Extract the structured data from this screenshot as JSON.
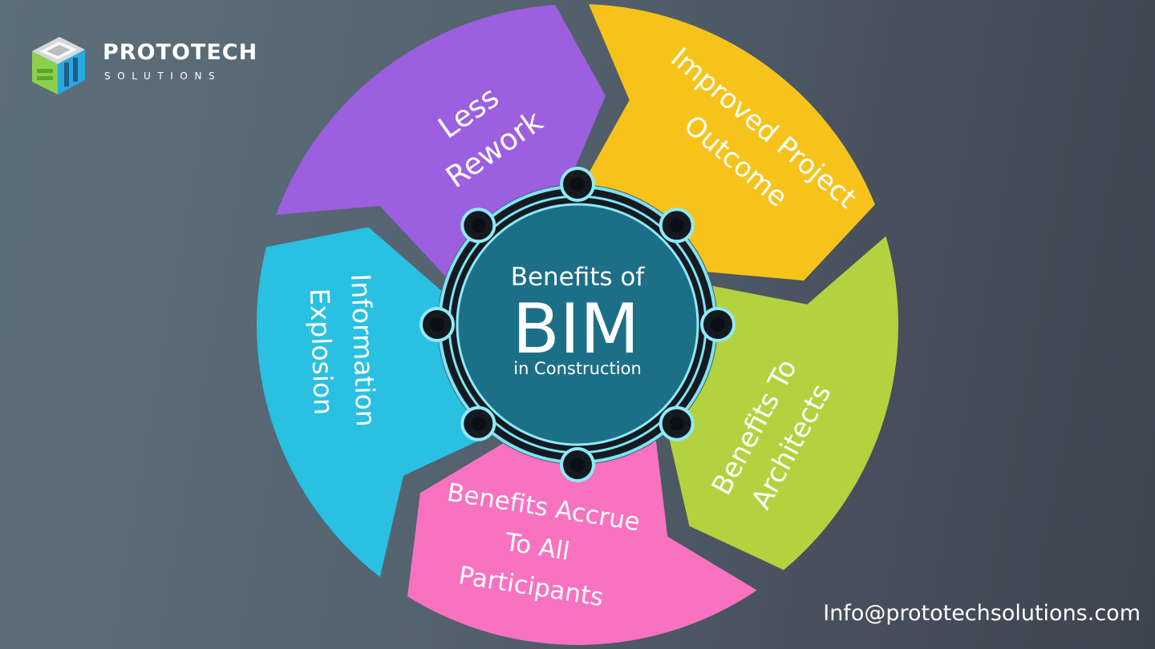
{
  "brand": {
    "name_part1": "PROTO",
    "name_part2": "TECH",
    "subtitle": "SOLUTIONS",
    "colors": {
      "primary": "#ffffff",
      "accent": "#8ccf4d",
      "blue": "#29a9e0",
      "gray": "#c9cdd2"
    }
  },
  "center": {
    "title_top": "Benefits of",
    "title_main": "BIM",
    "title_bottom": "in Construction",
    "fill_color": "#1d6f88",
    "ring_glow_color": "#7ee3f5"
  },
  "segments": [
    {
      "id": "less-rework",
      "lines": [
        "Less",
        "Rework"
      ],
      "color": "#9b5fe0"
    },
    {
      "id": "improved-project-outcome",
      "lines": [
        "Improved Project",
        "Outcome"
      ],
      "color": "#f7c31a"
    },
    {
      "id": "benefits-to-architects",
      "lines": [
        "Benefits To",
        "Architects"
      ],
      "color": "#b3d23f"
    },
    {
      "id": "benefits-accrue",
      "lines": [
        "Benefits Accrue",
        "To All",
        "Participants"
      ],
      "color": "#f872c0"
    },
    {
      "id": "information-explosion",
      "lines": [
        "Information",
        "Explosion"
      ],
      "color": "#29c0e2"
    }
  ],
  "footer": {
    "email": "Info@prototechsolutions.com"
  }
}
